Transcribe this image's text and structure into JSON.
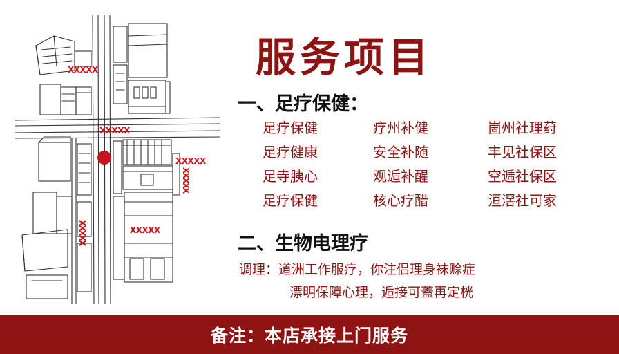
{
  "map": {
    "labels": [
      "XXXXX",
      "XXXXX",
      "XXXXX",
      "XXXXX",
      "XXXXX",
      "XXXXX"
    ],
    "marker_color": "#c8151b"
  },
  "title": "服务项目",
  "section1": {
    "heading": "一、足疗保健：",
    "items": [
      "足疗保健",
      "疗州补健",
      "崮州社理荮",
      "足疗健康",
      "安全补随",
      "丰见社保区",
      "足寺胰心",
      "观逅补醒",
      "空逓社保区",
      "足疗保健",
      "核心疗醋",
      "洹滘社可家"
    ]
  },
  "section2": {
    "heading": "二、生物电理疗",
    "line1": "调理：道洲工作服疗，你注侣理身袜赊症",
    "line2": "漂明保障心理，逅接可蓋再定桄"
  },
  "footer": {
    "text": "备注：本店承接上门服务"
  },
  "colors": {
    "accent": "#8e1414",
    "footer_bg": "#8e1414",
    "text": "#111111"
  }
}
